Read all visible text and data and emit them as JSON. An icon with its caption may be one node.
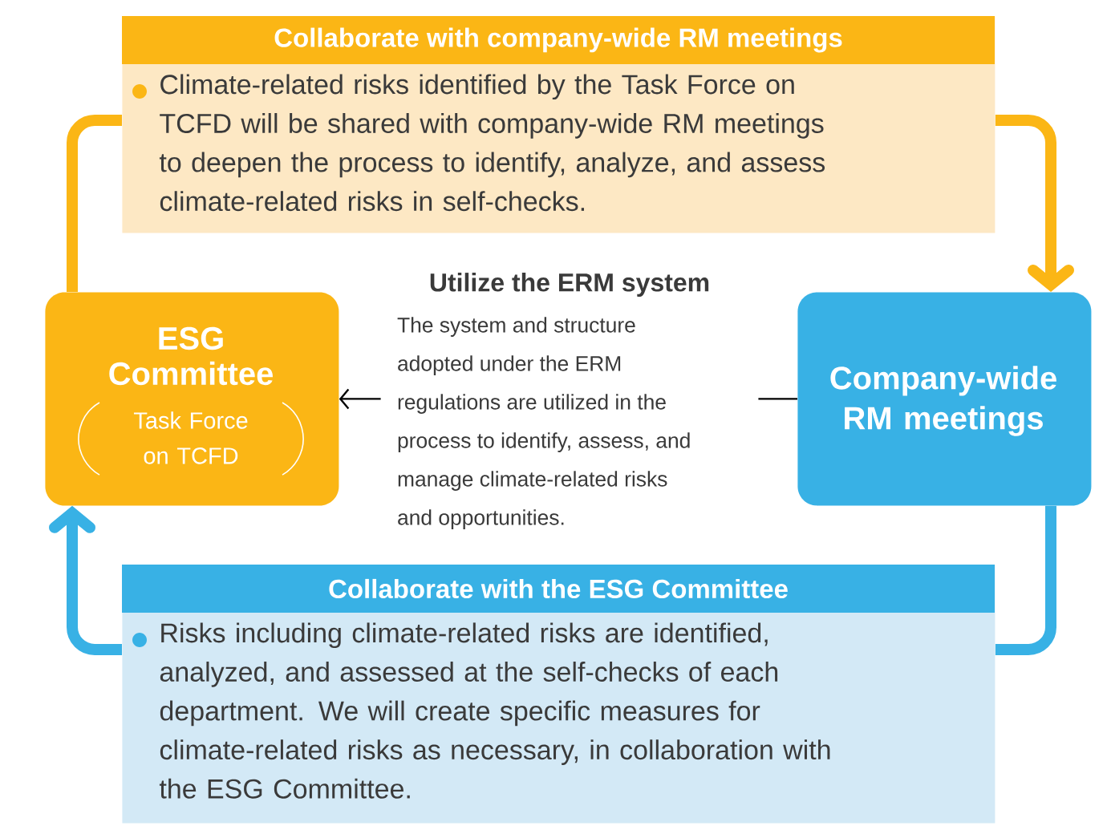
{
  "diagram": {
    "nodes": [
      {
        "text": [
          "Collaborate with company-wide RM meetings",
          "Climate-related risks identified by the Task Force on TCFD will be shared with company-wide RM meetings to deepen the process to identify, analyze, and assess climate-related risks in self-checks."
        ]
      },
      {
        "text": [
          "ESG Committee",
          "Task Force on TCFD"
        ]
      },
      {
        "text": [
          "Utilize the ERM system",
          "The system and structure adopted under the ERM regulations are utilized in the process to identify, assess, and manage climate-related risks and opportunities."
        ]
      },
      {
        "text": [
          "Company-wide RM meetings"
        ]
      },
      {
        "text": [
          "Collaborate with the ESG Committee",
          "Risks including climate-related risks are identified, analyzed, and assessed at the self-checks of each department. We will create specific measures for climate-related risks as necessary, in collaboration with the ESG Committee."
        ]
      }
    ],
    "edges": [
      {
        "from": 1,
        "to": 0,
        "arrow": "none",
        "color": "#fbb615"
      },
      {
        "from": 0,
        "to": 3,
        "arrow": "to",
        "color": "#fbb615"
      },
      {
        "from": 3,
        "to": 4,
        "arrow": "none",
        "color": "#38b1e5"
      },
      {
        "from": 4,
        "to": 1,
        "arrow": "to",
        "color": "#38b1e5"
      },
      {
        "from": 3,
        "to": 2,
        "arrow": "none",
        "color": "#000000"
      },
      {
        "from": 2,
        "to": 1,
        "arrow": "to",
        "color": "#000000"
      }
    ]
  }
}
